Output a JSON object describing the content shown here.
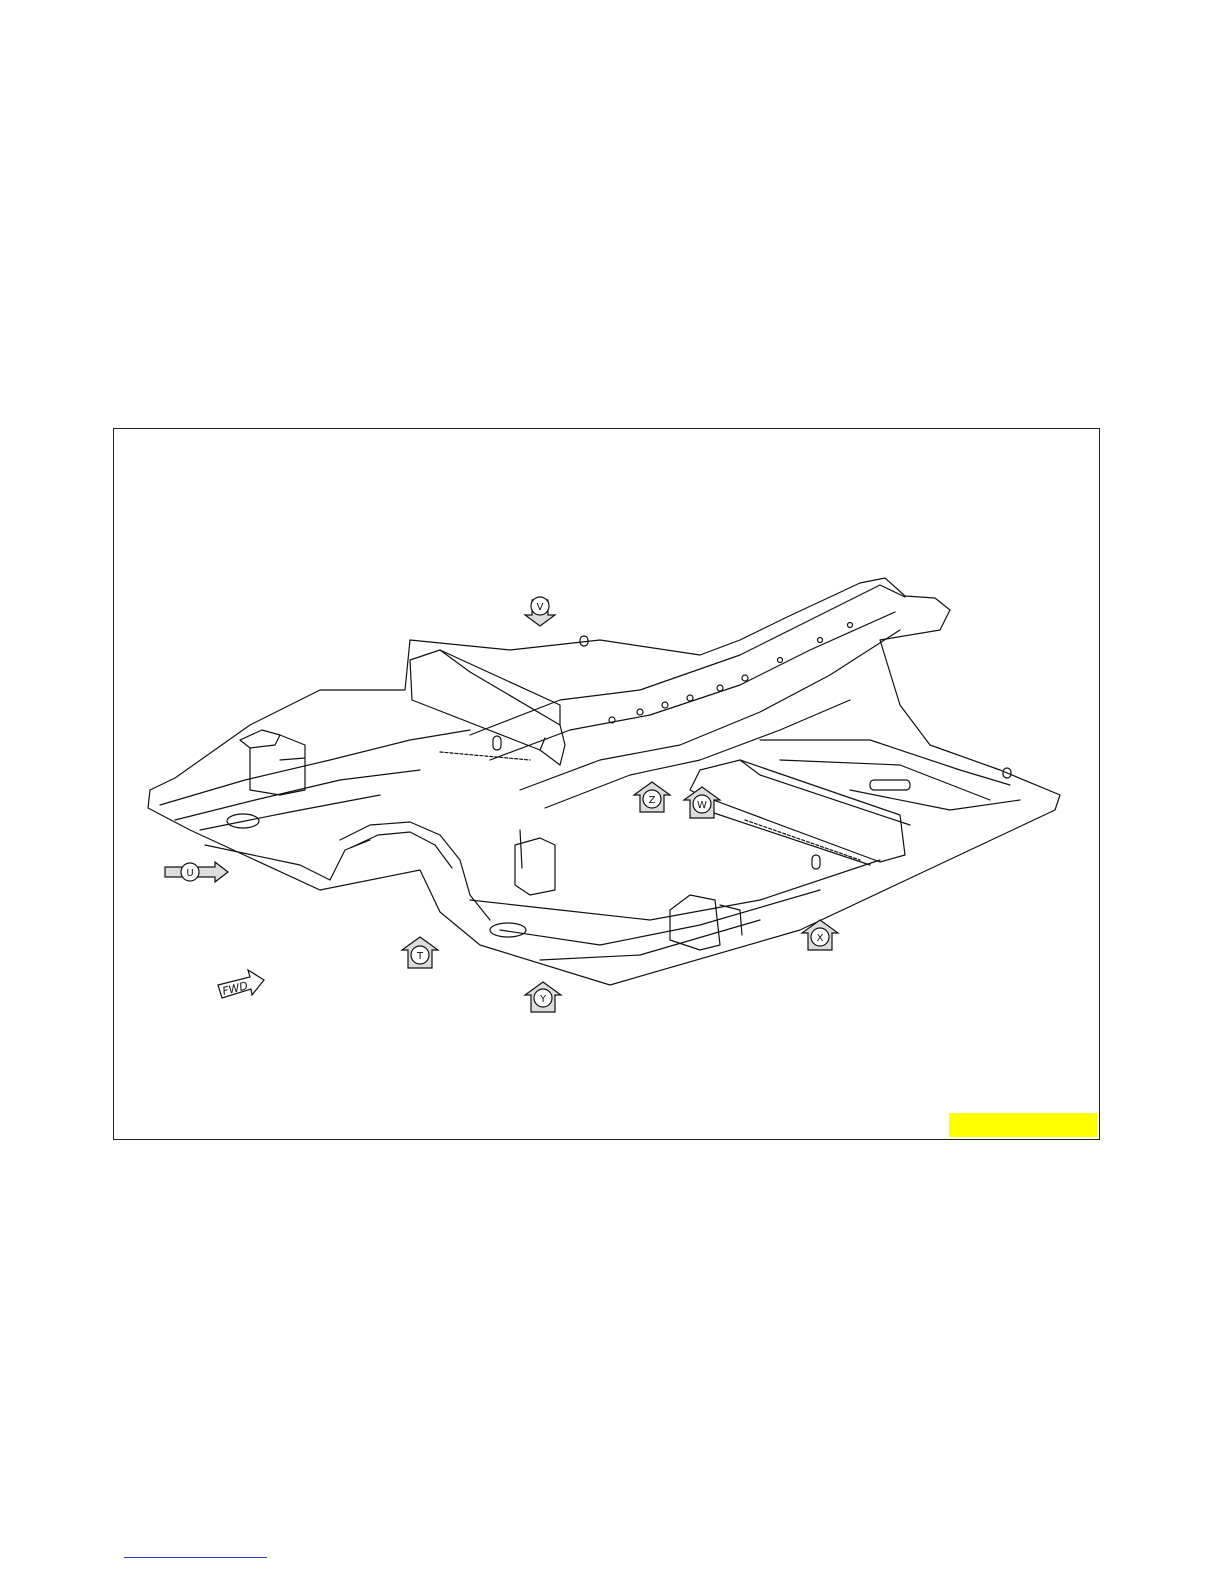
{
  "figure": {
    "callouts": [
      {
        "id": "U",
        "direction": "right"
      },
      {
        "id": "V",
        "direction": "down"
      },
      {
        "id": "Z",
        "direction": "up"
      },
      {
        "id": "W",
        "direction": "up"
      },
      {
        "id": "T",
        "direction": "up"
      },
      {
        "id": "Y",
        "direction": "up"
      },
      {
        "id": "X",
        "direction": "up"
      }
    ],
    "fwd_label": "FWD"
  },
  "colors": {
    "highlight_tag": "#ffff00",
    "line": "#111111",
    "footer_rule": "#2a3fd0"
  }
}
